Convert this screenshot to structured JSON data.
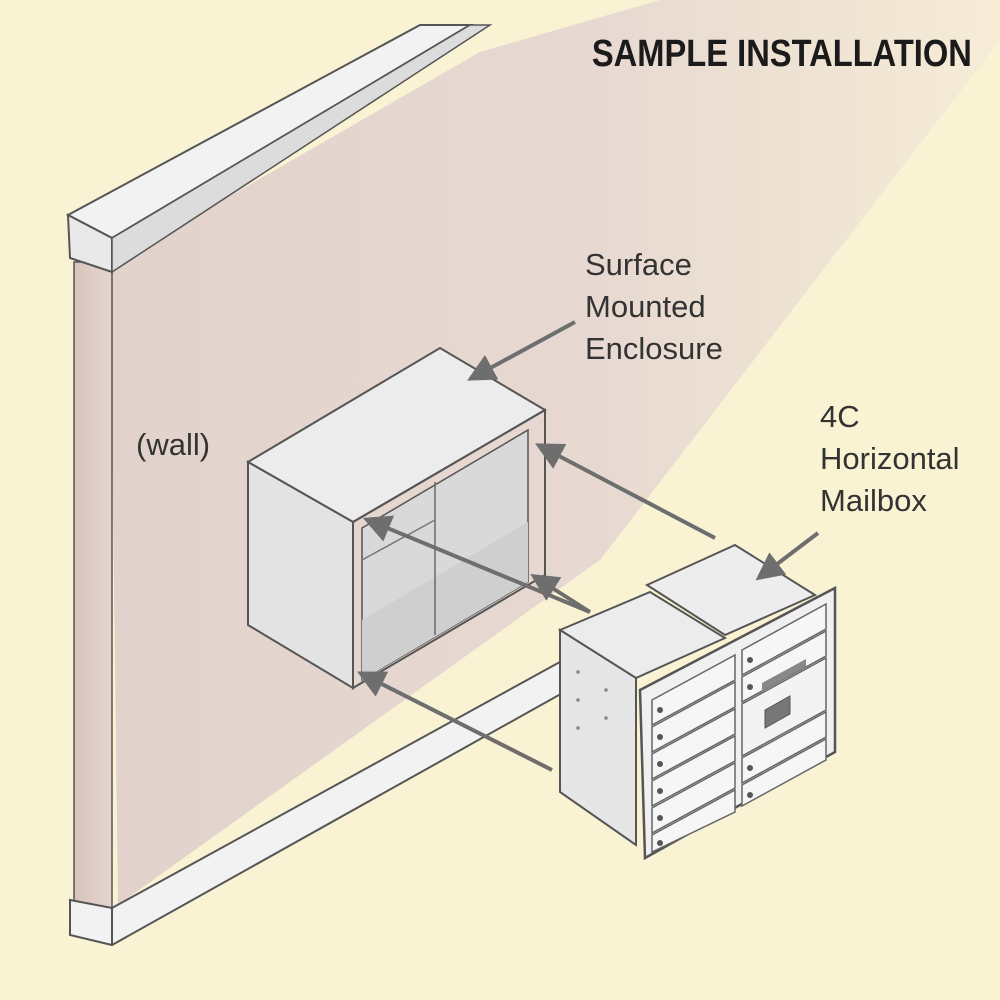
{
  "diagram": {
    "title": "SAMPLE INSTALLATION",
    "wall_label": "(wall)",
    "enclosure_label": [
      "Surface",
      "Mounted",
      "Enclosure"
    ],
    "mailbox_label": [
      "4C",
      "Horizontal",
      "Mailbox"
    ]
  },
  "colors": {
    "background": "#f9f3d3",
    "wall": "#e7d9d2",
    "trim": "#f3f3f3",
    "metal": "#e6e6e6",
    "arrow": "#6e6e6e",
    "outline": "#555555"
  }
}
